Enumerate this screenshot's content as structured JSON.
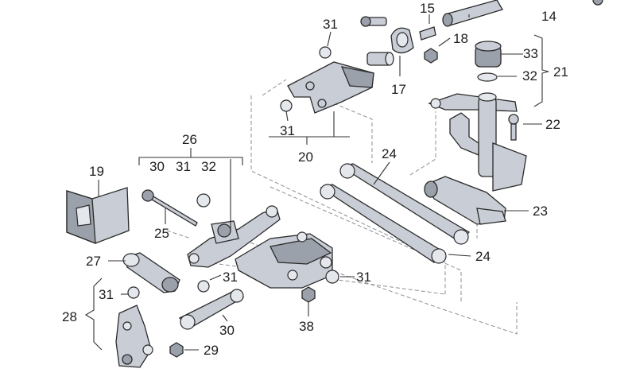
{
  "callouts": {
    "c14": "14",
    "c15": "15",
    "c17": "17",
    "c18": "18",
    "c19": "19",
    "c20": "20",
    "c21": "21",
    "c22": "22",
    "c23": "23",
    "c24a": "24",
    "c24b": "24",
    "c25": "25",
    "c26": "26",
    "c27": "27",
    "c28": "28",
    "c29": "29",
    "c30a": "30",
    "c30b": "30",
    "c31a": "31",
    "c31b": "31",
    "c31c": "31",
    "c31d": "31",
    "c31e": "31",
    "c31f": "31",
    "c32a": "32",
    "c32b": "32",
    "c33": "33",
    "c38": "38"
  },
  "colors": {
    "metal": "#c9ced6",
    "metal_dark": "#9aa1ab",
    "line": "#2a2a2a",
    "dashed": "#8a8f97"
  }
}
